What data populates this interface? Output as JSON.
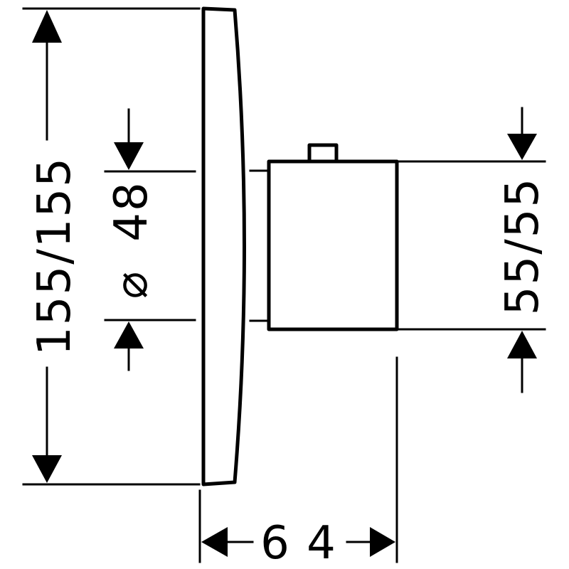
{
  "dimensions": {
    "overall_height": "155/155",
    "diameter_symbol": "⌀",
    "diameter": "48",
    "body_height": "55/55",
    "depth": "6 4"
  },
  "colors": {
    "line": "#000000",
    "background": "#ffffff"
  }
}
